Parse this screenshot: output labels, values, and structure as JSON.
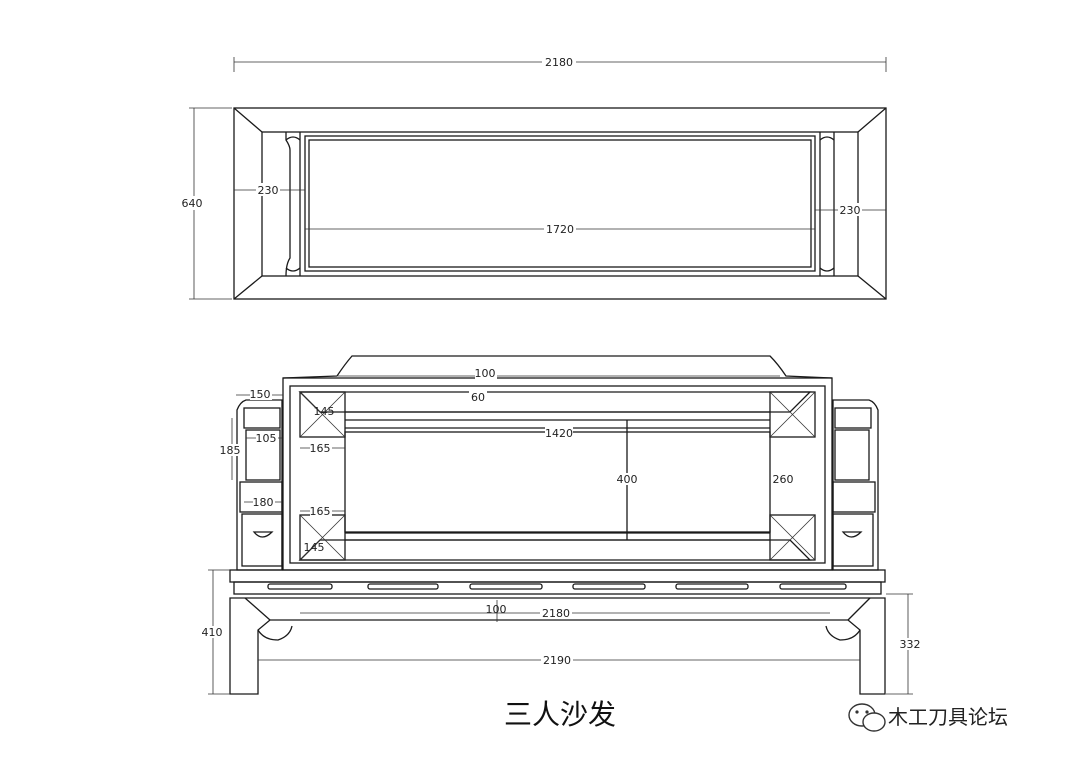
{
  "top_view": {
    "overall_width": "2180",
    "overall_depth": "640",
    "left_arm_width": "230",
    "right_arm_width": "230",
    "seat_width": "1720"
  },
  "front_view": {
    "crest_height": "100",
    "top_rail": "60",
    "post_width": "150",
    "post_detail": "145",
    "arm_panel": "105",
    "arm_height": "185",
    "spacer_upper": "165",
    "drawer_width": "180",
    "spacer_lower": "165",
    "corner_lower": "145",
    "inner_width": "1420",
    "back_panel_height": "400",
    "right_dimension": "260",
    "apron_height": "100",
    "seat_width": "2180",
    "base_width": "2190",
    "base_height": "410",
    "leg_height": "332"
  },
  "caption": "三人沙发",
  "watermark": "木工刀具论坛"
}
